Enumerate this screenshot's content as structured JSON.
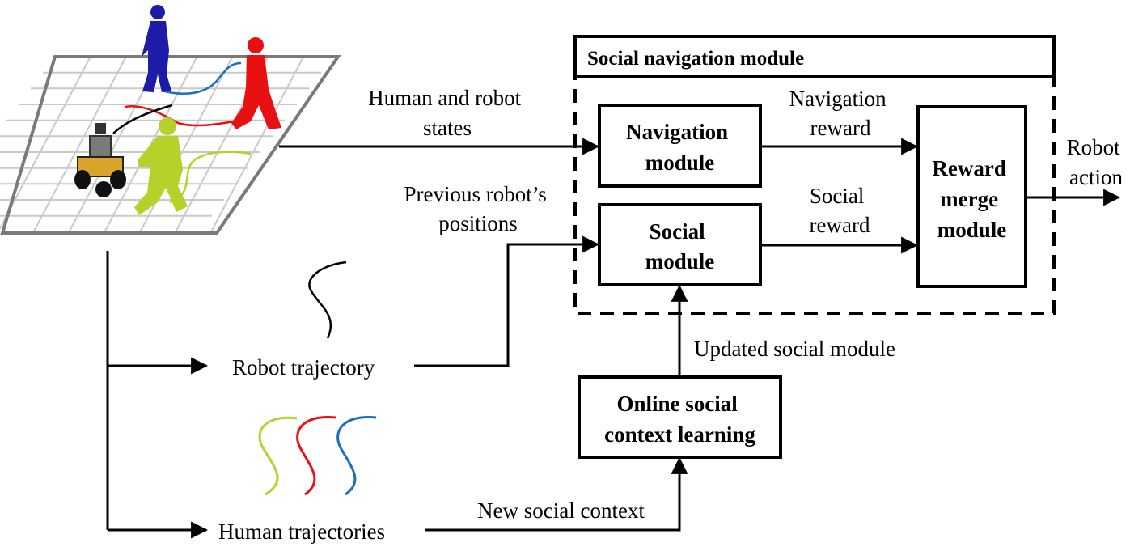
{
  "module_title": "Social navigation module",
  "navigation_module": [
    "Navigation",
    "module"
  ],
  "social_module": [
    "Social",
    "module"
  ],
  "reward_merge_module": [
    "Reward",
    "merge",
    "module"
  ],
  "online_learning": [
    "Online social",
    "context learning"
  ],
  "human_robot_states": [
    "Human and robot",
    "states"
  ],
  "previous_positions": [
    "Previous robot’s",
    "positions"
  ],
  "navigation_reward": [
    "Navigation",
    "reward"
  ],
  "social_reward": [
    "Social",
    "reward"
  ],
  "robot_action": [
    "Robot",
    "action"
  ],
  "updated_social_module": "Updated social module",
  "robot_trajectory": "Robot trajectory",
  "human_trajectories": "Human trajectories",
  "new_social_context": "New social context",
  "colors": {
    "human_blue": "#1c1ca8",
    "human_red": "#e81010",
    "human_green": "#b5d22a",
    "trajectory_blue": "#1a6fc4",
    "grid": "#7a7a7a"
  }
}
